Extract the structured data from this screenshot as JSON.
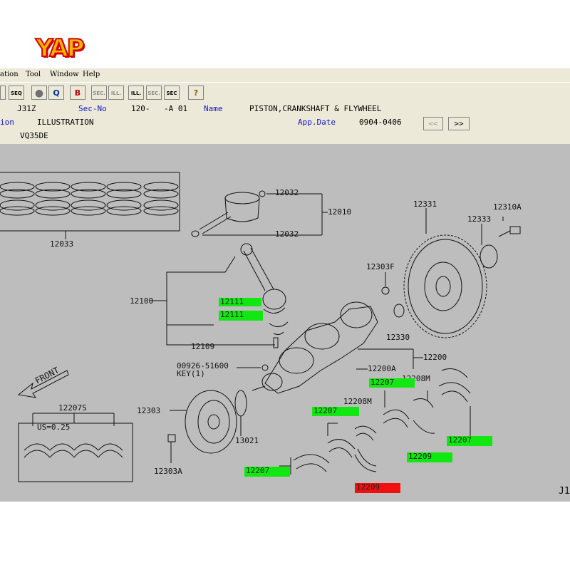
{
  "logo": "YAP",
  "menu": [
    "ation",
    "Tool",
    "Window",
    "Help"
  ],
  "toolbar": {
    "buttons": [
      {
        "name": "seq-button",
        "label": "SEQ"
      },
      {
        "name": "stop-button",
        "label": "●"
      },
      {
        "name": "search-button",
        "label": "Q"
      },
      {
        "name": "book-button",
        "label": "B"
      },
      {
        "name": "prev-sec-button",
        "label": "SEC."
      },
      {
        "name": "prev-ill-button",
        "label": "ILL."
      },
      {
        "name": "next-ill-button",
        "label": "ILL."
      },
      {
        "name": "next-sec-button",
        "label": "SEC"
      },
      {
        "name": "info-button",
        "label": "?"
      }
    ]
  },
  "info": {
    "model": "J31Z",
    "sec_no_label": "Sec-No",
    "sec_no_value": "120-",
    "sec_sub": "-A 01",
    "name_label": "Name",
    "name_value": "PISTON,CRANKSHAFT & FLYWHEEL",
    "row2_label": "ion",
    "row2_value": "ILLUSTRATION",
    "app_date_label": "App.Date",
    "app_date_value": "0904-0406",
    "prev_btn": "<<",
    "next_btn": ">>",
    "engine": "VQ35DE"
  },
  "labels": {
    "p12033": "12033",
    "p12032a": "12032",
    "p12010": "12010",
    "p12032b": "12032",
    "p12331": "12331",
    "p12310a": "12310A",
    "p12333": "12333",
    "p12100": "12100",
    "p12303f": "12303F",
    "p12330": "12330",
    "p12109": "12109",
    "p12200": "12200",
    "key_part": "00926-51600",
    "key_name": "KEY(1)",
    "p12200a": "12200A",
    "p12208m_a": "12208M",
    "p12208m_b": "12208M",
    "p12207s": "12207S",
    "us": "US=0.25",
    "p12303": "12303",
    "p13021": "13021",
    "p12303a": "12303A",
    "front": "FRONT",
    "corner": "J1"
  },
  "highlights": [
    {
      "text": "12111",
      "color": "green"
    },
    {
      "text": "12111",
      "color": "green"
    },
    {
      "text": "12207",
      "color": "green"
    },
    {
      "text": "12207",
      "color": "green"
    },
    {
      "text": "12207",
      "color": "green"
    },
    {
      "text": "12209",
      "color": "green"
    },
    {
      "text": "12207",
      "color": "green"
    },
    {
      "text": "12209",
      "color": "red"
    }
  ],
  "colors": {
    "highlight_green": "#11e811",
    "highlight_red": "#f01010",
    "diagram_bg": "#bdbdbd",
    "label_blue": "#1515c8"
  }
}
